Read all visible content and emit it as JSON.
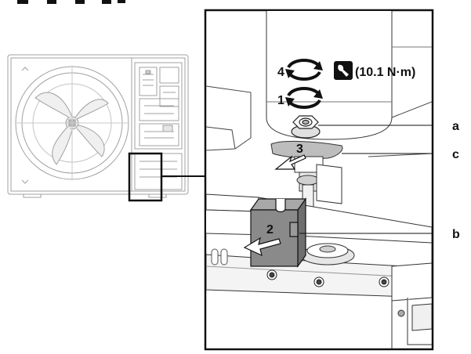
{
  "steps": {
    "step1": "1",
    "step2": "2",
    "step3": "3",
    "step4": "4"
  },
  "torque_text": "(10.1 N·m)",
  "callouts": {
    "a": "a",
    "b": "b",
    "c": "c"
  },
  "icons": {
    "rotate": "rotate-arrow-icon",
    "torque": "torque-wrench-icon"
  },
  "colors": {
    "line": "#111111",
    "light_line": "#9a9a9a",
    "shade": "#d9d9d9",
    "dark_part": "#7a7a7a"
  }
}
